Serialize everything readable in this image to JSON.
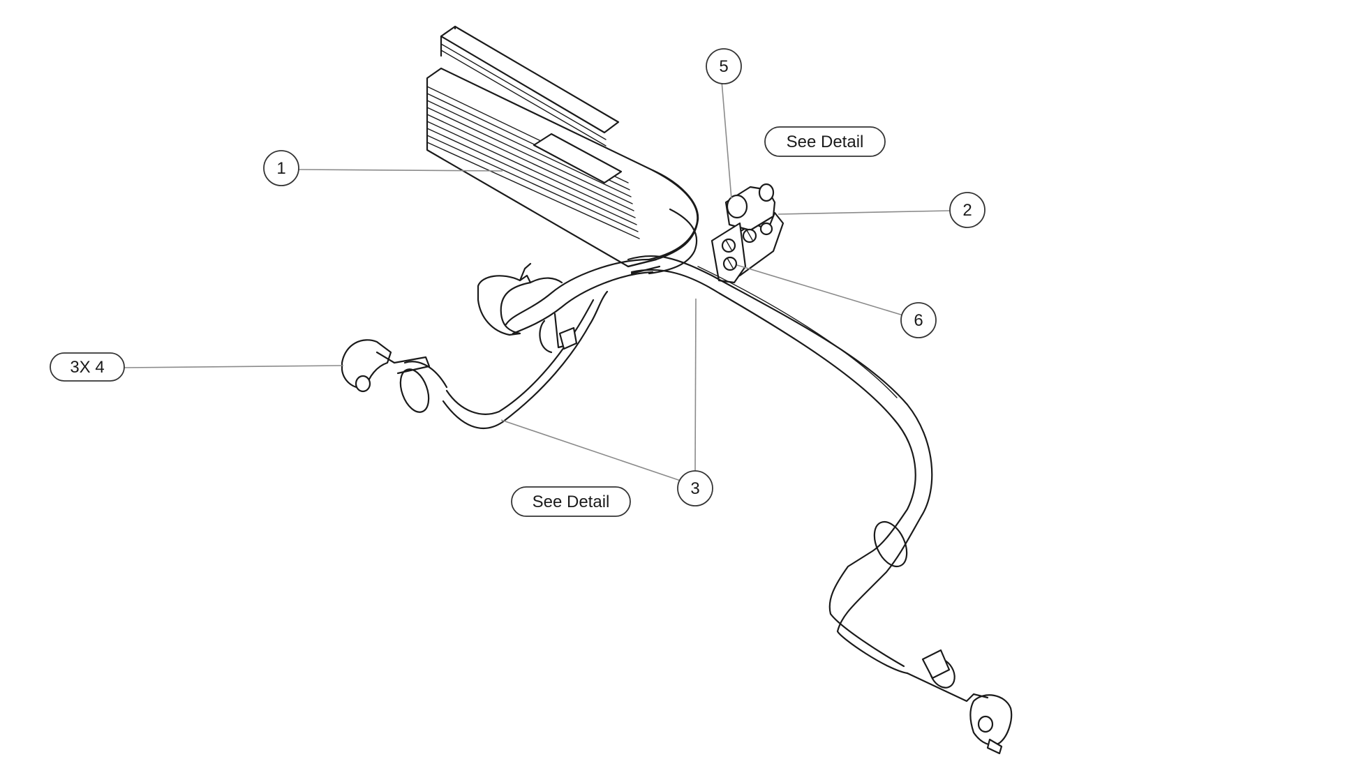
{
  "callouts": [
    {
      "id": "c1",
      "label": "1"
    },
    {
      "id": "c2",
      "label": "2"
    },
    {
      "id": "c3",
      "label": "3"
    },
    {
      "id": "c5",
      "label": "5"
    },
    {
      "id": "c6",
      "label": "6"
    }
  ],
  "notes": {
    "see_detail_upper": "See Detail",
    "see_detail_lower": "See Detail",
    "qty_4": "3X 4"
  }
}
